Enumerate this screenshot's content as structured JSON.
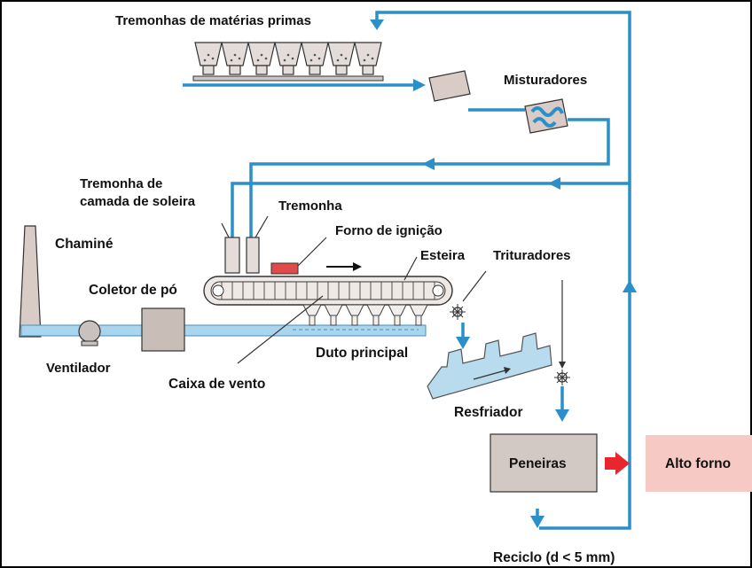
{
  "labels": {
    "hoppers": "Tremonhas de matérias primas",
    "mixers": "Misturadores",
    "hearth_hopper_1": "Tremonha de",
    "hearth_hopper_2": "camada de soleira",
    "hopper": "Tremonha",
    "ignition_furnace": "Forno de ignição",
    "chimney": "Chaminé",
    "conveyor": "Esteira",
    "crushers": "Trituradores",
    "dust_collector": "Coletor de pó",
    "main_duct": "Duto principal",
    "fan": "Ventilador",
    "wind_box": "Caixa de vento",
    "cooler": "Resfriador",
    "screens": "Peneiras",
    "blast_furnace": "Alto forno",
    "recycle": "Reciclo (d < 5 mm)"
  },
  "colors": {
    "flow_line": "#2b8fc9",
    "equipment_fill": "#d9ccc7",
    "screens_fill": "#d2c9c4",
    "blast_furnace_fill": "#f7c9c4",
    "ignition_red": "#e04a4a",
    "arrow_red": "#e8262e",
    "duct_fill": "#a9d5ee",
    "cooler_fill": "#b8dbee"
  }
}
